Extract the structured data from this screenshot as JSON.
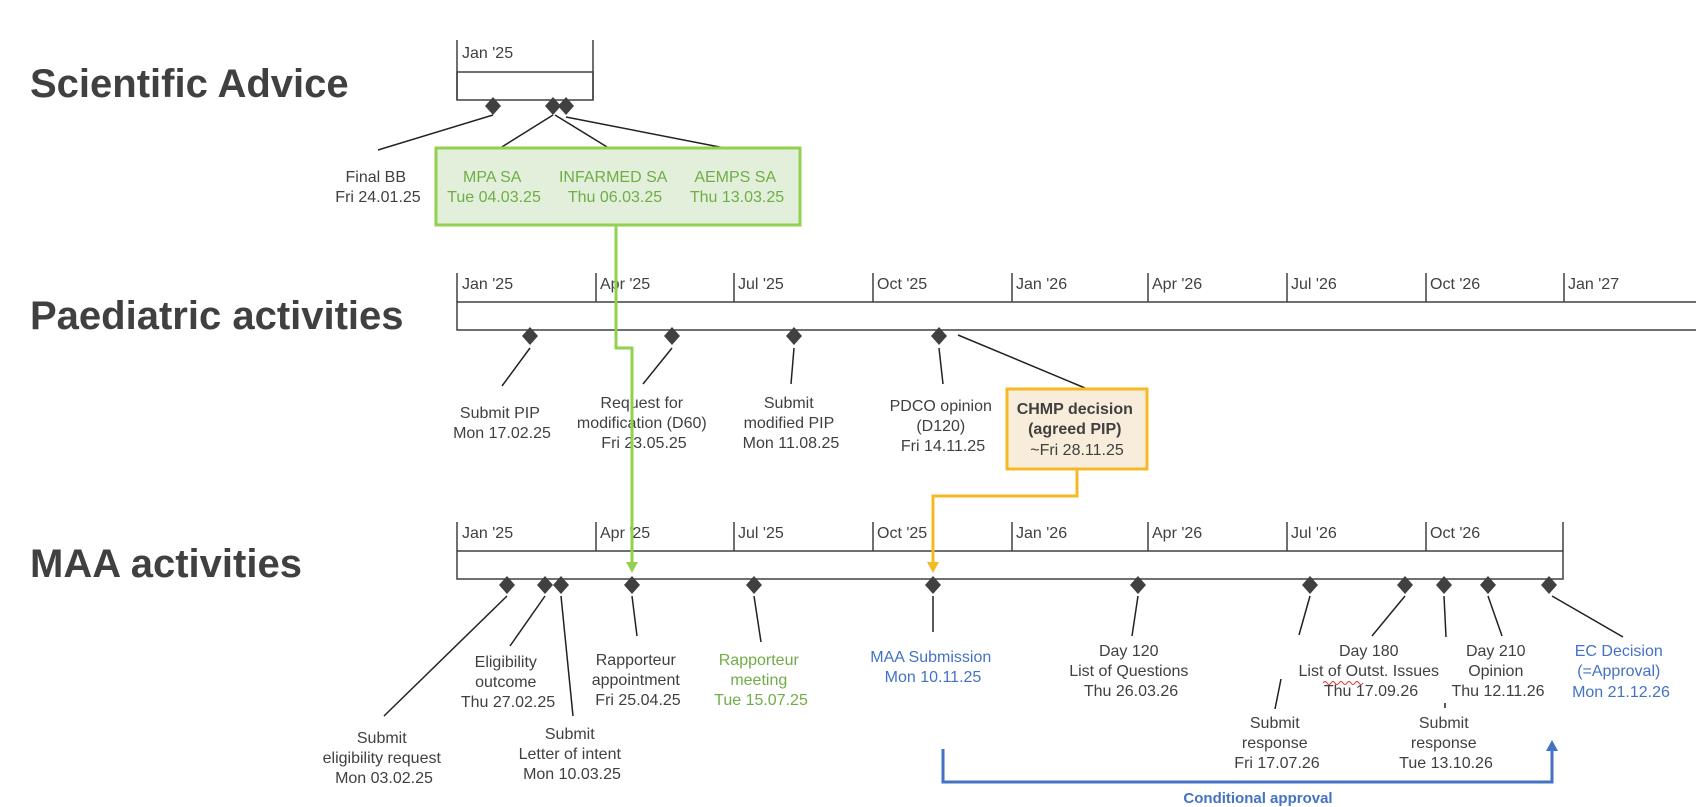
{
  "sections": {
    "scientific_advice": "Scientific Advice",
    "paediatric": "Paediatric activities",
    "maa": "MAA activities"
  },
  "colors": {
    "text": "#404040",
    "green": "#70ad47",
    "blue": "#4472c4",
    "orange": "#f5b925",
    "green_box_fill": "#e2efda",
    "orange_box_fill": "#f7edda"
  },
  "icons": {
    "milestone": "diamond-milestone-icon",
    "arrow": "arrow-down-icon"
  },
  "sa_timeline": {
    "ticks": [
      "Jan '25"
    ],
    "milestones": [
      {
        "name": "final-bb",
        "lines": [
          "Final BB",
          "Fri 24.01.25"
        ],
        "color": "text"
      },
      {
        "name": "mpa-sa",
        "lines": [
          "MPA SA",
          "Tue 04.03.25"
        ],
        "color": "green"
      },
      {
        "name": "infarmed-sa",
        "lines": [
          "INFARMED SA",
          "Thu 06.03.25"
        ],
        "color": "green"
      },
      {
        "name": "aemps-sa",
        "lines": [
          "AEMPS SA",
          "Thu 13.03.25"
        ],
        "color": "green"
      }
    ]
  },
  "paediatric_timeline": {
    "ticks": [
      "Jan '25",
      "Apr '25",
      "Jul '25",
      "Oct '25",
      "Jan '26",
      "Apr '26",
      "Jul '26",
      "Oct '26",
      "Jan '27"
    ],
    "milestones": [
      {
        "name": "submit-pip",
        "lines": [
          "Submit PIP",
          "Mon 17.02.25"
        ],
        "color": "text"
      },
      {
        "name": "request-for-modification",
        "lines": [
          "Request for",
          "modification (D60)",
          "Fri 23.05.25"
        ],
        "color": "text"
      },
      {
        "name": "submit-modified-pip",
        "lines": [
          "Submit",
          "modified PIP",
          "Mon 11.08.25"
        ],
        "color": "text"
      },
      {
        "name": "pdco-opinion",
        "lines": [
          "PDCO opinion",
          "(D120)",
          "Fri 14.11.25"
        ],
        "color": "text"
      },
      {
        "name": "chmp-decision",
        "lines": [
          "CHMP decision",
          "(agreed PIP)",
          "~Fri 28.11.25"
        ],
        "color": "text"
      }
    ]
  },
  "maa_timeline": {
    "ticks": [
      "Jan '25",
      "Apr '25",
      "Jul '25",
      "Oct '25",
      "Jan '26",
      "Apr '26",
      "Jul '26",
      "Oct '26"
    ],
    "milestones": [
      {
        "name": "submit-eligibility-request",
        "lines": [
          "Submit",
          "eligibility request",
          "Mon 03.02.25"
        ],
        "color": "text"
      },
      {
        "name": "eligibility-outcome",
        "lines": [
          "Eligibility",
          "outcome",
          "Thu 27.02.25"
        ],
        "color": "text"
      },
      {
        "name": "submit-letter-of-intent",
        "lines": [
          "Submit",
          "Letter of intent",
          "Mon 10.03.25"
        ],
        "color": "text"
      },
      {
        "name": "rapporteur-appointment",
        "lines": [
          "Rapporteur",
          "appointment",
          "Fri 25.04.25"
        ],
        "color": "text"
      },
      {
        "name": "rapporteur-meeting",
        "lines": [
          "Rapporteur",
          "meeting",
          "Tue 15.07.25"
        ],
        "color": "green"
      },
      {
        "name": "maa-submission",
        "lines": [
          "MAA Submission",
          "Mon 10.11.25"
        ],
        "color": "blue"
      },
      {
        "name": "day-120",
        "lines": [
          "Day 120",
          "List of Questions",
          "Thu 26.03.26"
        ],
        "color": "text"
      },
      {
        "name": "submit-response-1",
        "lines": [
          "Submit",
          "response",
          "Fri 17.07.26"
        ],
        "color": "text"
      },
      {
        "name": "day-180",
        "lines": [
          "Day 180",
          "List of Outst. Issues",
          "Thu 17.09.26"
        ],
        "color": "text"
      },
      {
        "name": "submit-response-2",
        "lines": [
          "Submit",
          "response",
          "Tue 13.10.26"
        ],
        "color": "text"
      },
      {
        "name": "day-210",
        "lines": [
          "Day 210",
          "Opinion",
          "Thu 12.11.26"
        ],
        "color": "text"
      },
      {
        "name": "ec-decision",
        "lines": [
          "EC Decision",
          "(=Approval)",
          "Mon 21.12.26"
        ],
        "color": "blue"
      }
    ]
  },
  "conditional_approval": "Conditional approval"
}
